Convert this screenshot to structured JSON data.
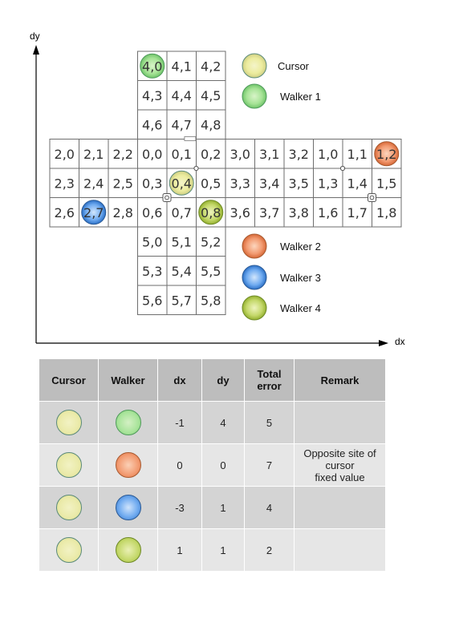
{
  "axes": {
    "x_label": "dx",
    "y_label": "dy"
  },
  "grid": {
    "top": [
      [
        "4,0",
        "4,1",
        "4,2"
      ],
      [
        "4,3",
        "4,4",
        "4,5"
      ],
      [
        "4,6",
        "4,7",
        "4,8"
      ]
    ],
    "middle": [
      [
        "2,0",
        "2,1",
        "2,2",
        "0,0",
        "0,1",
        "0,2",
        "3,0",
        "3,1",
        "3,2",
        "1,0",
        "1,1",
        "1,2"
      ],
      [
        "2,3",
        "2,4",
        "2,5",
        "0,3",
        "0,4",
        "0,5",
        "3,3",
        "3,4",
        "3,5",
        "1,3",
        "1,4",
        "1,5"
      ],
      [
        "2,6",
        "2,7",
        "2,8",
        "0,6",
        "0,7",
        "0,8",
        "3,6",
        "3,7",
        "3,8",
        "1,6",
        "1,7",
        "1,8"
      ]
    ],
    "bottom": [
      [
        "5,0",
        "5,1",
        "5,2"
      ],
      [
        "5,3",
        "5,4",
        "5,5"
      ],
      [
        "5,6",
        "5,7",
        "5,8"
      ]
    ]
  },
  "highlights": [
    {
      "cell": "4,0",
      "style": "w1"
    },
    {
      "cell": "0,4",
      "style": "cursor"
    },
    {
      "cell": "1,2",
      "style": "w2"
    },
    {
      "cell": "2,7",
      "style": "w3"
    },
    {
      "cell": "0,8",
      "style": "w4"
    }
  ],
  "legend": [
    {
      "label": "Cursor",
      "style": "cursor"
    },
    {
      "label": "Walker 1",
      "style": "w1"
    },
    {
      "label": "Walker 2",
      "style": "w2"
    },
    {
      "label": "Walker 3",
      "style": "w3"
    },
    {
      "label": "Walker 4",
      "style": "w4"
    }
  ],
  "styles": {
    "cursor": {
      "light": "#f4f4ca",
      "mid": "#ecec9e",
      "dark": "#cfcf84",
      "edge": "#5a8a7a"
    },
    "w1": {
      "light": "#d8f4c8",
      "mid": "#a6e396",
      "dark": "#70c46a",
      "edge": "#4e9a5a"
    },
    "w2": {
      "light": "#fcd6be",
      "mid": "#f29a70",
      "dark": "#d66838",
      "edge": "#a85a30"
    },
    "w3": {
      "light": "#d2e6fc",
      "mid": "#6eaaf0",
      "dark": "#2c70c6",
      "edge": "#2a5a96"
    },
    "w4": {
      "light": "#eef4be",
      "mid": "#c4d86a",
      "dark": "#94b030",
      "edge": "#6e8a26"
    }
  },
  "table": {
    "headers": {
      "cursor": "Cursor",
      "walker": "Walker",
      "dx": "dx",
      "dy": "dy",
      "total": "Total\nerror",
      "remark": "Remark"
    },
    "rows": [
      {
        "walker": "w1",
        "dx": "-1",
        "dy": "4",
        "total": "5",
        "remark": ""
      },
      {
        "walker": "w2",
        "dx": "0",
        "dy": "0",
        "total": "7",
        "remark": "Opposite site of\ncursor\nfixed value"
      },
      {
        "walker": "w3",
        "dx": "-3",
        "dy": "1",
        "total": "4",
        "remark": ""
      },
      {
        "walker": "w4",
        "dx": "1",
        "dy": "1",
        "total": "2",
        "remark": ""
      }
    ]
  }
}
